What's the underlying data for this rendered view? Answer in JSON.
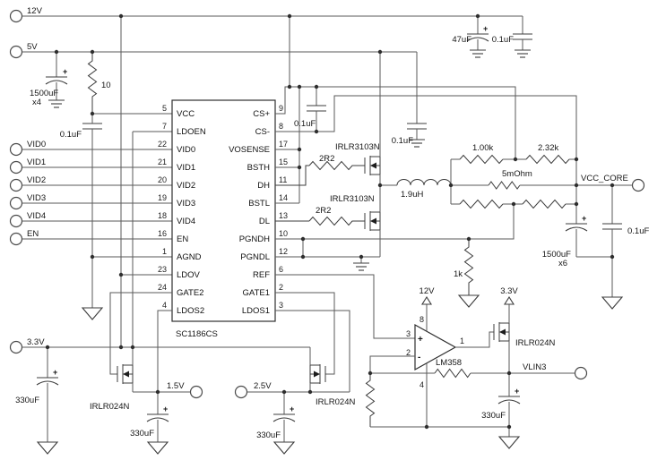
{
  "diagram": {
    "ic": {
      "part": "SC1186CS",
      "left_pins": [
        {
          "num": "5",
          "name": "VCC"
        },
        {
          "num": "7",
          "name": "LDOEN"
        },
        {
          "num": "22",
          "name": "VID0"
        },
        {
          "num": "21",
          "name": "VID1"
        },
        {
          "num": "20",
          "name": "VID2"
        },
        {
          "num": "19",
          "name": "VID3"
        },
        {
          "num": "18",
          "name": "VID4"
        },
        {
          "num": "16",
          "name": "EN"
        },
        {
          "num": "1",
          "name": "AGND"
        },
        {
          "num": "23",
          "name": "LDOV"
        },
        {
          "num": "24",
          "name": "GATE2"
        },
        {
          "num": "4",
          "name": "LDOS2"
        }
      ],
      "right_pins": [
        {
          "num": "9",
          "name": "CS+"
        },
        {
          "num": "8",
          "name": "CS-"
        },
        {
          "num": "17",
          "name": "VOSENSE"
        },
        {
          "num": "15",
          "name": "BSTH"
        },
        {
          "num": "11",
          "name": "DH"
        },
        {
          "num": "14",
          "name": "BSTL"
        },
        {
          "num": "13",
          "name": "DL"
        },
        {
          "num": "10",
          "name": "PGNDH"
        },
        {
          "num": "12",
          "name": "PGNDL"
        },
        {
          "num": "6",
          "name": "REF"
        },
        {
          "num": "2",
          "name": "GATE1"
        },
        {
          "num": "3",
          "name": "LDOS1"
        }
      ]
    },
    "terminals": {
      "v12": "12V",
      "v5": "5V",
      "vid0": "VID0",
      "vid1": "VID1",
      "vid2": "VID2",
      "vid3": "VID3",
      "vid4": "VID4",
      "en": "EN",
      "v33": "3.3V",
      "v15": "1.5V",
      "v25": "2.5V",
      "vcc_core": "VCC_CORE",
      "vlin3": "VLIN3"
    },
    "power_flags": {
      "v12": "12V",
      "v33": "3.3V"
    },
    "components": {
      "c_bulk_in": "1500uF",
      "c_bulk_in_qty": "x4",
      "r_vcc": "10",
      "c_0u1": "0.1uF",
      "c_47u": "47uF",
      "q_buck": "IRLR3103N",
      "r_gate": "2R2",
      "l_out": "1.9uH",
      "r_1k00": "1.00k",
      "r_2k32": "2.32k",
      "r_sense": "5mOhm",
      "c_bulk_out": "1500uF",
      "c_bulk_out_qty": "x6",
      "r_1k": "1k",
      "opamp": "LM358",
      "q_ldo": "IRLR024N",
      "c_330u": "330uF",
      "plus": "+",
      "minus": "-"
    },
    "opamp_pins": {
      "out": "1",
      "inv": "2",
      "noninv": "3",
      "vee": "4",
      "vcc": "8"
    }
  }
}
